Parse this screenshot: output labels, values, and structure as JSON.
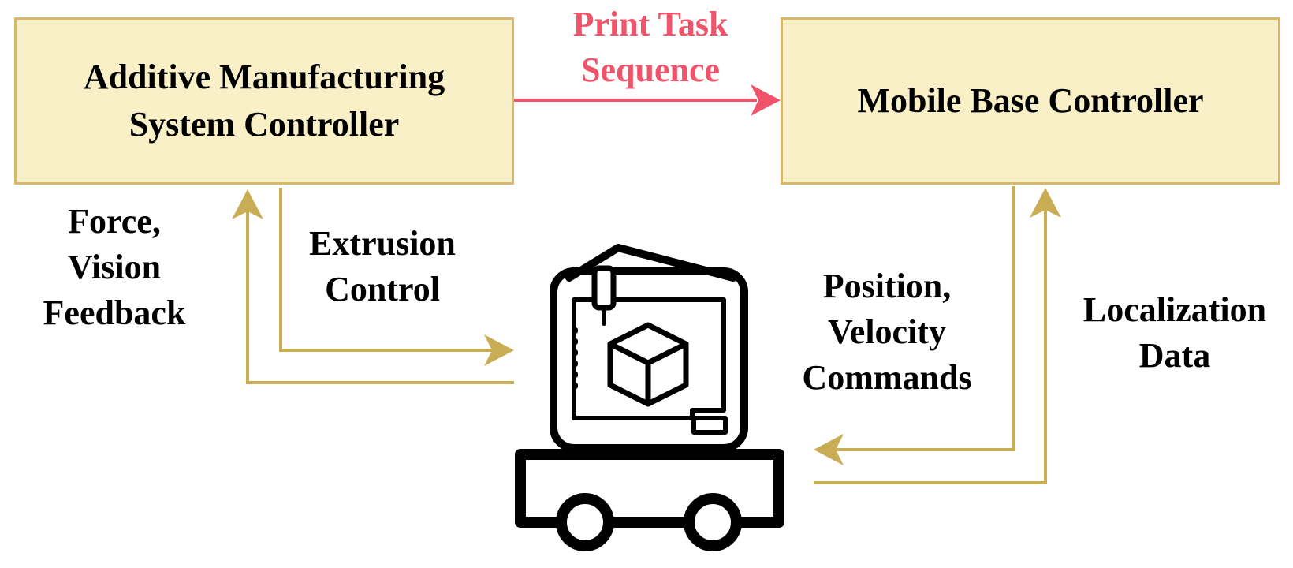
{
  "boxes": {
    "am_controller": {
      "lines": [
        "Additive Manufacturing",
        "System Controller"
      ]
    },
    "mobile_controller": {
      "lines": [
        "Mobile Base Controller"
      ]
    }
  },
  "edges": {
    "print_task": {
      "lines": [
        "Print Task",
        "Sequence"
      ]
    },
    "feedback": {
      "lines": [
        "Force,",
        "Vision",
        "Feedback"
      ]
    },
    "extrusion": {
      "lines": [
        "Extrusion",
        "Control"
      ]
    },
    "commands": {
      "lines": [
        "Position,",
        "Velocity",
        "Commands"
      ]
    },
    "localization": {
      "lines": [
        "Localization",
        "Data"
      ]
    }
  },
  "colors": {
    "box_fill": "#faf0c7",
    "box_border": "#d8b86a",
    "arrow_gold": "#c9ad55",
    "arrow_red": "#f0546a",
    "label_red": "#f0546a",
    "icon": "#000000"
  },
  "icons": {
    "robot": "mobile-3d-printer-icon"
  }
}
